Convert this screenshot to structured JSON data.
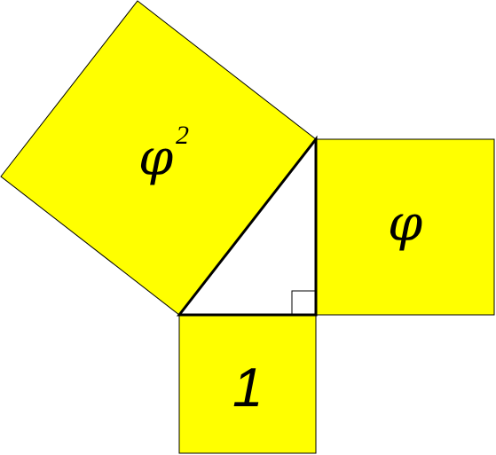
{
  "diagram": {
    "labels": {
      "hypotenuse_square": "φ",
      "hypotenuse_exponent": "2",
      "vertical_square": "φ",
      "horizontal_square": "1"
    },
    "colors": {
      "square_fill": "#ffff00",
      "outline": "#000000",
      "triangle_fill": "#ffffff",
      "background": "#ffffff"
    }
  }
}
